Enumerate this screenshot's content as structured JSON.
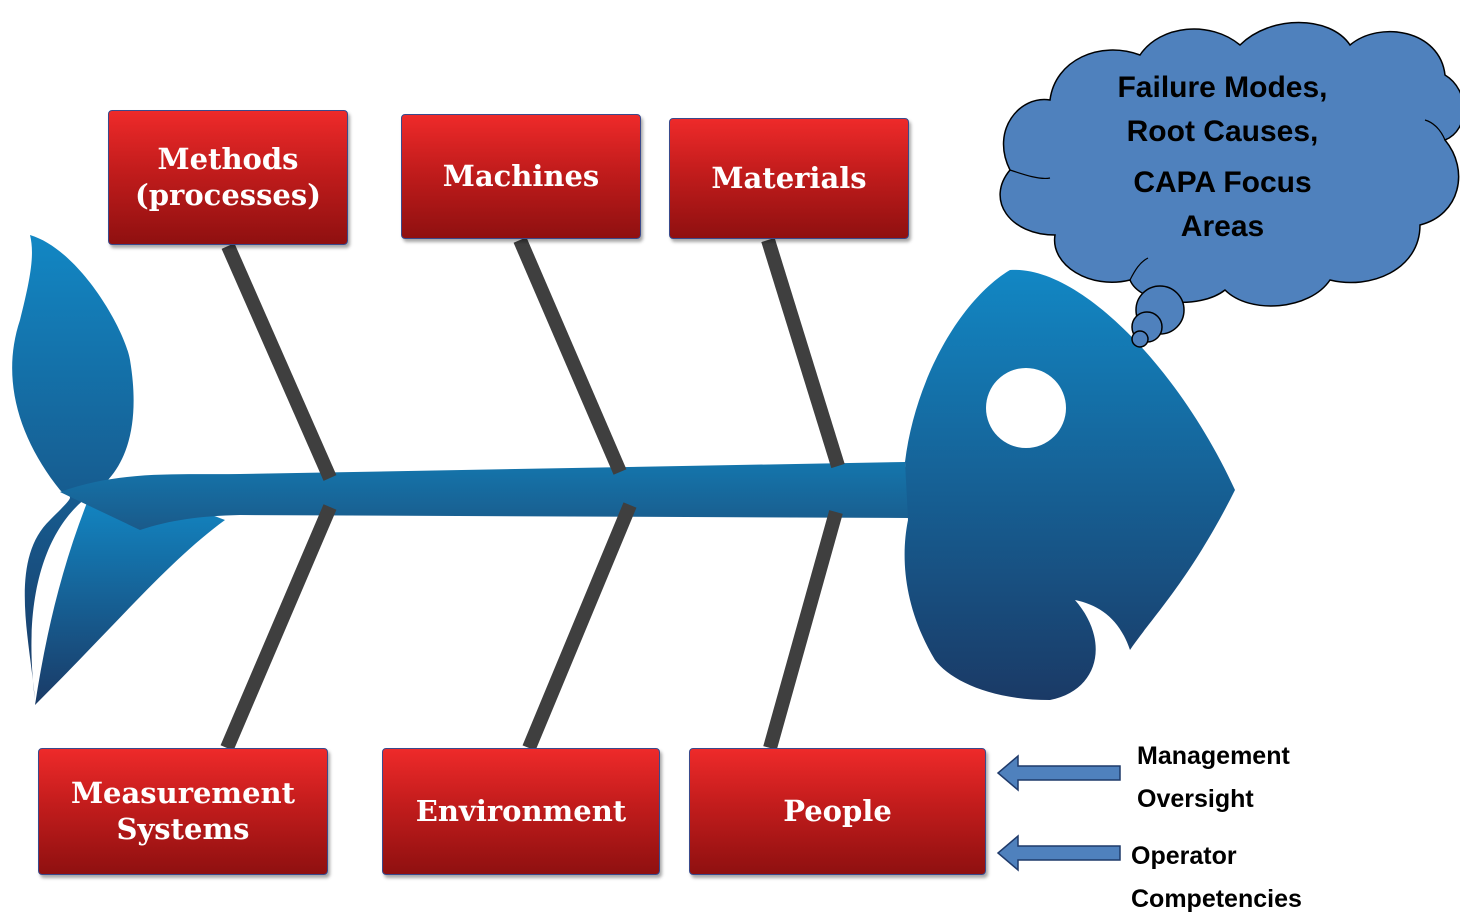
{
  "diagram": {
    "categories": {
      "methods": {
        "line1": "Methods",
        "line2": "(processes)"
      },
      "machines": {
        "label": "Machines"
      },
      "materials": {
        "label": "Materials"
      },
      "measurement": {
        "line1": "Measurement",
        "line2": "Systems"
      },
      "environment": {
        "label": "Environment"
      },
      "people": {
        "label": "People"
      }
    },
    "thought_bubble": {
      "lines": [
        "Failure Modes,",
        "Root Causes,",
        "CAPA Focus",
        "Areas"
      ]
    },
    "people_inputs": [
      {
        "lines": [
          "Management",
          "Oversight"
        ]
      },
      {
        "lines": [
          "Operator",
          "Competencies"
        ]
      }
    ],
    "colors": {
      "fish_top": "#1287c4",
      "fish_bottom": "#1a3a66",
      "box_top": "#ee2a2a",
      "box_bottom": "#8f1010",
      "bone": "#3f3f3f",
      "cloud": "#4f81bd",
      "arrow": "#4f81bd"
    }
  }
}
